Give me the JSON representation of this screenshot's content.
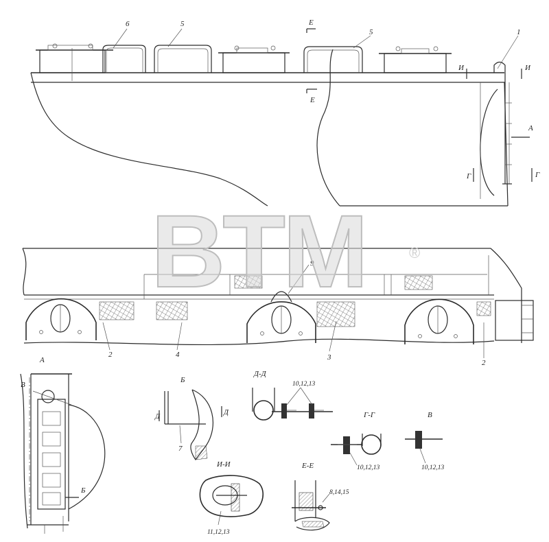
{
  "watermark": {
    "text": "BTM",
    "registered": "®"
  },
  "callouts": {
    "c1": "1",
    "c2a": "2",
    "c2b": "2",
    "c3": "3",
    "c4": "4",
    "c5a": "5",
    "c5b": "5",
    "c6": "6",
    "c9": "9",
    "c7": "7",
    "cB": "В"
  },
  "section_marks": {
    "E_top": "Е",
    "E_bot": "Е",
    "I_left": "И",
    "I_right": "И",
    "G_left": "Г",
    "G_right": "Г",
    "A_arrow": "А",
    "D_left": "Д",
    "D_right": "Д",
    "B_arrow": "Б"
  },
  "views": {
    "view_A": "А",
    "view_B": "Б",
    "view_DD": "Д-Д",
    "view_GG": "Г-Г",
    "view_V": "В",
    "view_II": "И-И",
    "view_EE": "Е-Е"
  },
  "parts": {
    "dd_parts": "10,12,13",
    "gg_parts": "10,12,13",
    "v_parts": "10,12,13",
    "ii_parts": "11,12,13",
    "ee_parts": "8,14,15"
  }
}
